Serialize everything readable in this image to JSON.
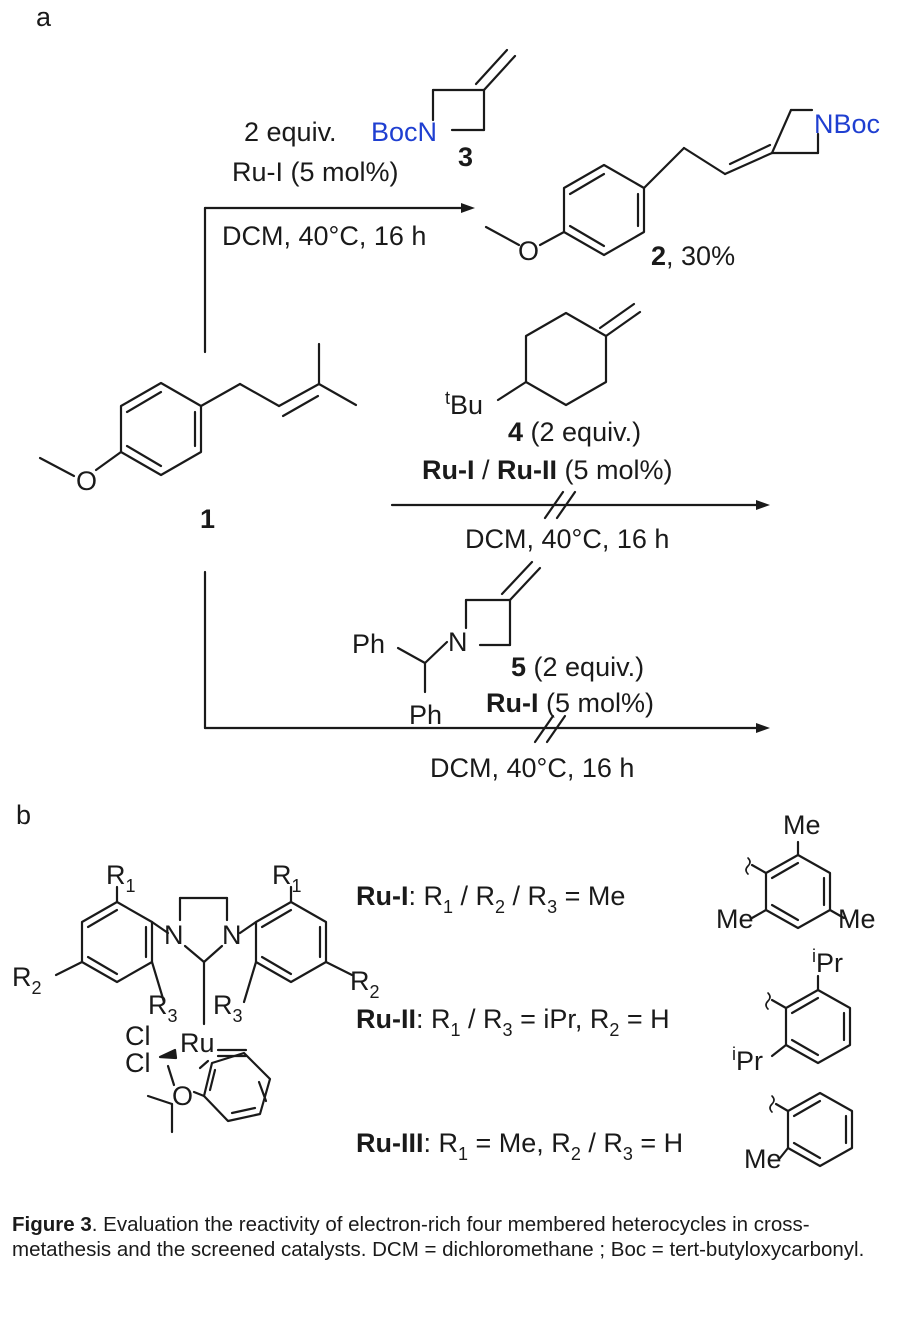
{
  "panel_a": {
    "label": "a",
    "compound1": {
      "label": "1"
    },
    "reaction1": {
      "reagent_amount": "2 equiv.",
      "reagent_group": "BocN",
      "reagent_label": "3",
      "catalyst": "Ru-I (5 mol%)",
      "conditions": "DCM, 40°C, 16 h",
      "product_group": "NBoc",
      "product_label": "2",
      "product_yield": ", 30%"
    },
    "reaction2": {
      "reagent_substituent_sup": "t",
      "reagent_substituent": "Bu",
      "reagent_label": "4",
      "reagent_amount": " (2 equiv.)",
      "catalyst_a": "Ru-I",
      "catalyst_sep": " / ",
      "catalyst_b": "Ru-II",
      "catalyst_loading": " (5 mol%)",
      "conditions": "DCM, 40°C, 16 h"
    },
    "reaction3": {
      "phenyl_1": "Ph",
      "phenyl_2": "Ph",
      "nitrogen": "N",
      "reagent_label": "5",
      "reagent_amount": " (2 equiv.)",
      "catalyst": "Ru-I",
      "catalyst_loading": " (5 mol%)",
      "conditions": "DCM, 40°C, 16 h"
    }
  },
  "panel_b": {
    "label": "b",
    "atoms": {
      "ru": "Ru",
      "cl": "Cl",
      "n": "N",
      "o": "O",
      "r": "R",
      "me": "Me",
      "ipr_sup": "i",
      "ipr": "Pr"
    },
    "ru1": {
      "name": "Ru-I",
      "sep": ": R",
      "sub1": "1",
      "s2": " / R",
      "sub2": "2",
      "s3": " / R",
      "sub3": "3",
      "val": " = Me"
    },
    "ru2": {
      "name": "Ru-II",
      "sep": ": R",
      "sub1": "1",
      "s2": " / R",
      "sub3": "3",
      "val1": " = iPr, R",
      "sub2": "2",
      "val2": " = H"
    },
    "ru3": {
      "name": "Ru-III",
      "sep": ": R",
      "sub1": "1",
      "val1": " = Me, R",
      "sub2": "2",
      "s2": " / R",
      "sub3": "3",
      "val2": " = H"
    }
  },
  "caption": {
    "label": "Figure 3",
    "text": ". Evaluation the reactivity of electron-rich four membered heterocycles in cross-metathesis and the screened catalysts. DCM = dichloromethane ; Boc = tert-butyloxycarbonyl."
  },
  "colors": {
    "ink": "#1a1a1a",
    "nitrogen_blue": "#1f3fd1"
  }
}
